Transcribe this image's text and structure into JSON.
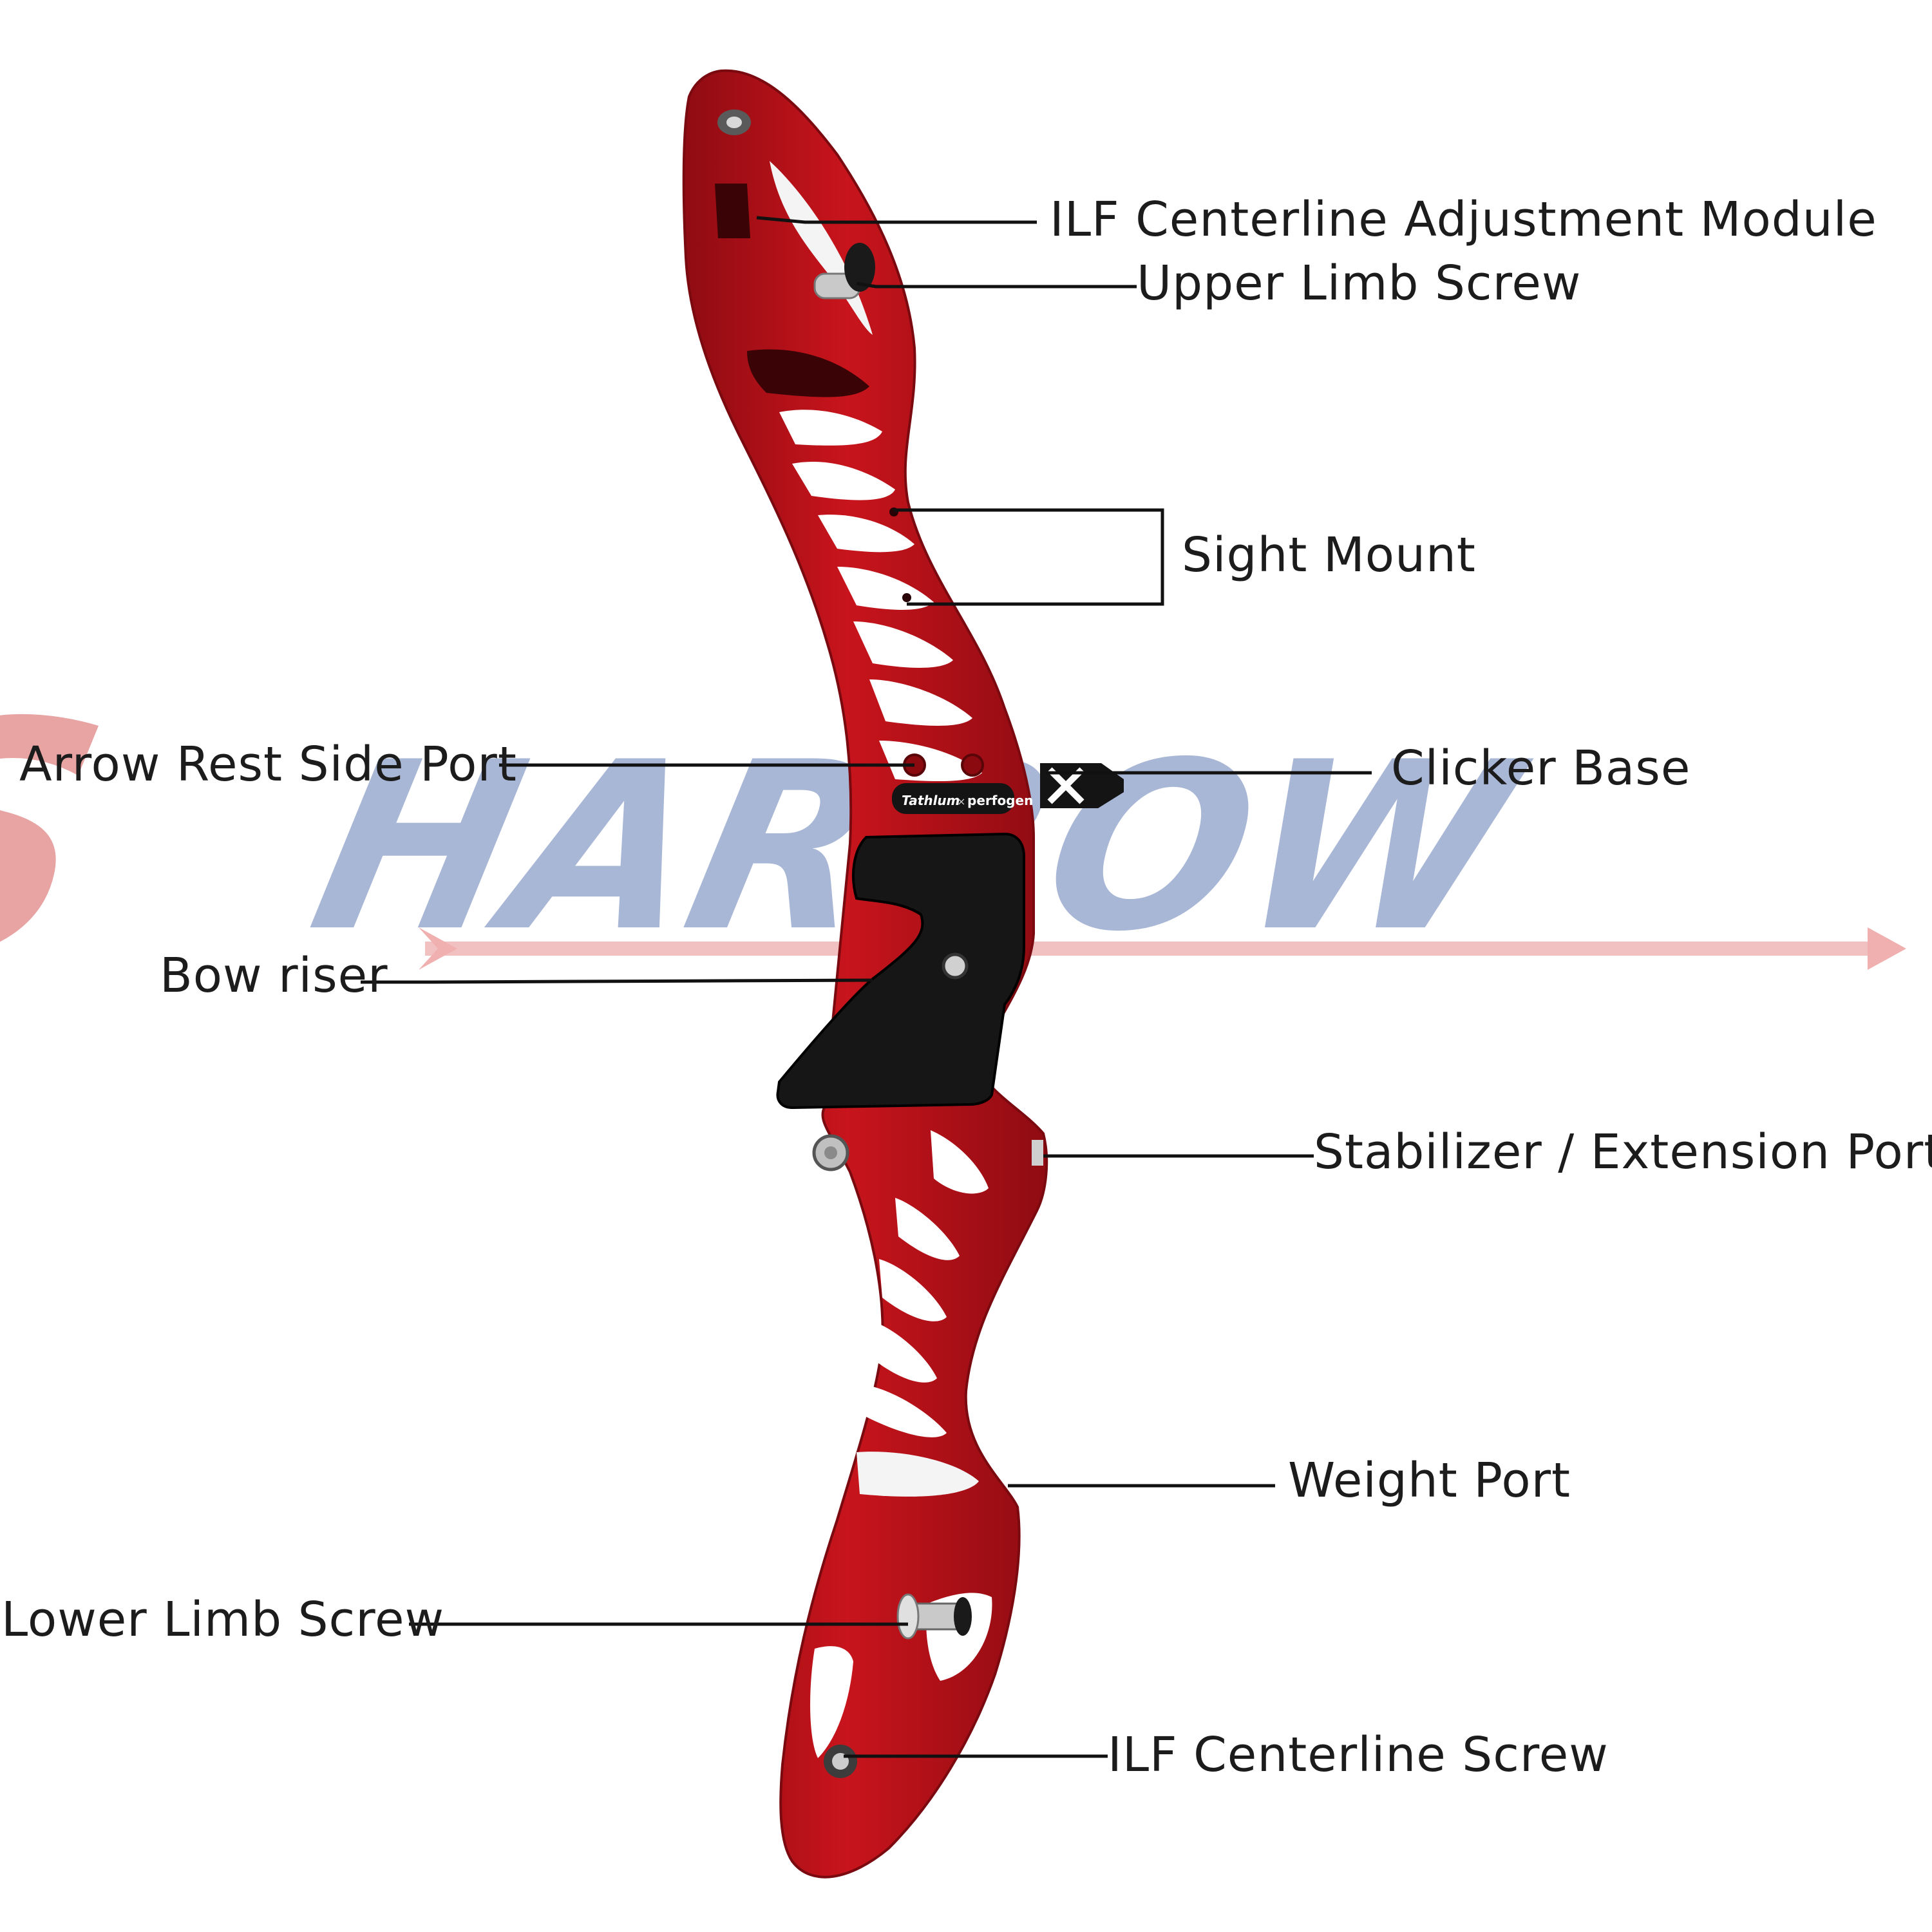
{
  "watermark": {
    "text": "SHARROW",
    "first_letter_color": "#e8a3a3",
    "rest_color": "#a9b7d6"
  },
  "riser": {
    "body_color": "#c8141c",
    "shade_color": "#8f0b12",
    "grip_color": "#161616",
    "metal_color": "#b9b9b9",
    "brand_left": "Tathlum",
    "brand_sep": "×",
    "brand_right": "perfogen"
  },
  "callouts": {
    "ilf_centerline_adjustment_module": "ILF Centerline Adjustment Module",
    "upper_limb_screw": "Upper Limb Screw",
    "sight_mount": "Sight Mount",
    "arrow_rest_side_port": "Arrow Rest Side Port",
    "clicker_base": "Clicker Base",
    "bow_riser": "Bow riser",
    "stabilizer_extension_port": "Stabilizer / Extension Port",
    "weight_port": "Weight Port",
    "lower_limb_screw": "Lower Limb Screw",
    "ilf_centerline_screw": "ILF Centerline Screw"
  },
  "colors": {
    "leader_line": "#111111"
  }
}
